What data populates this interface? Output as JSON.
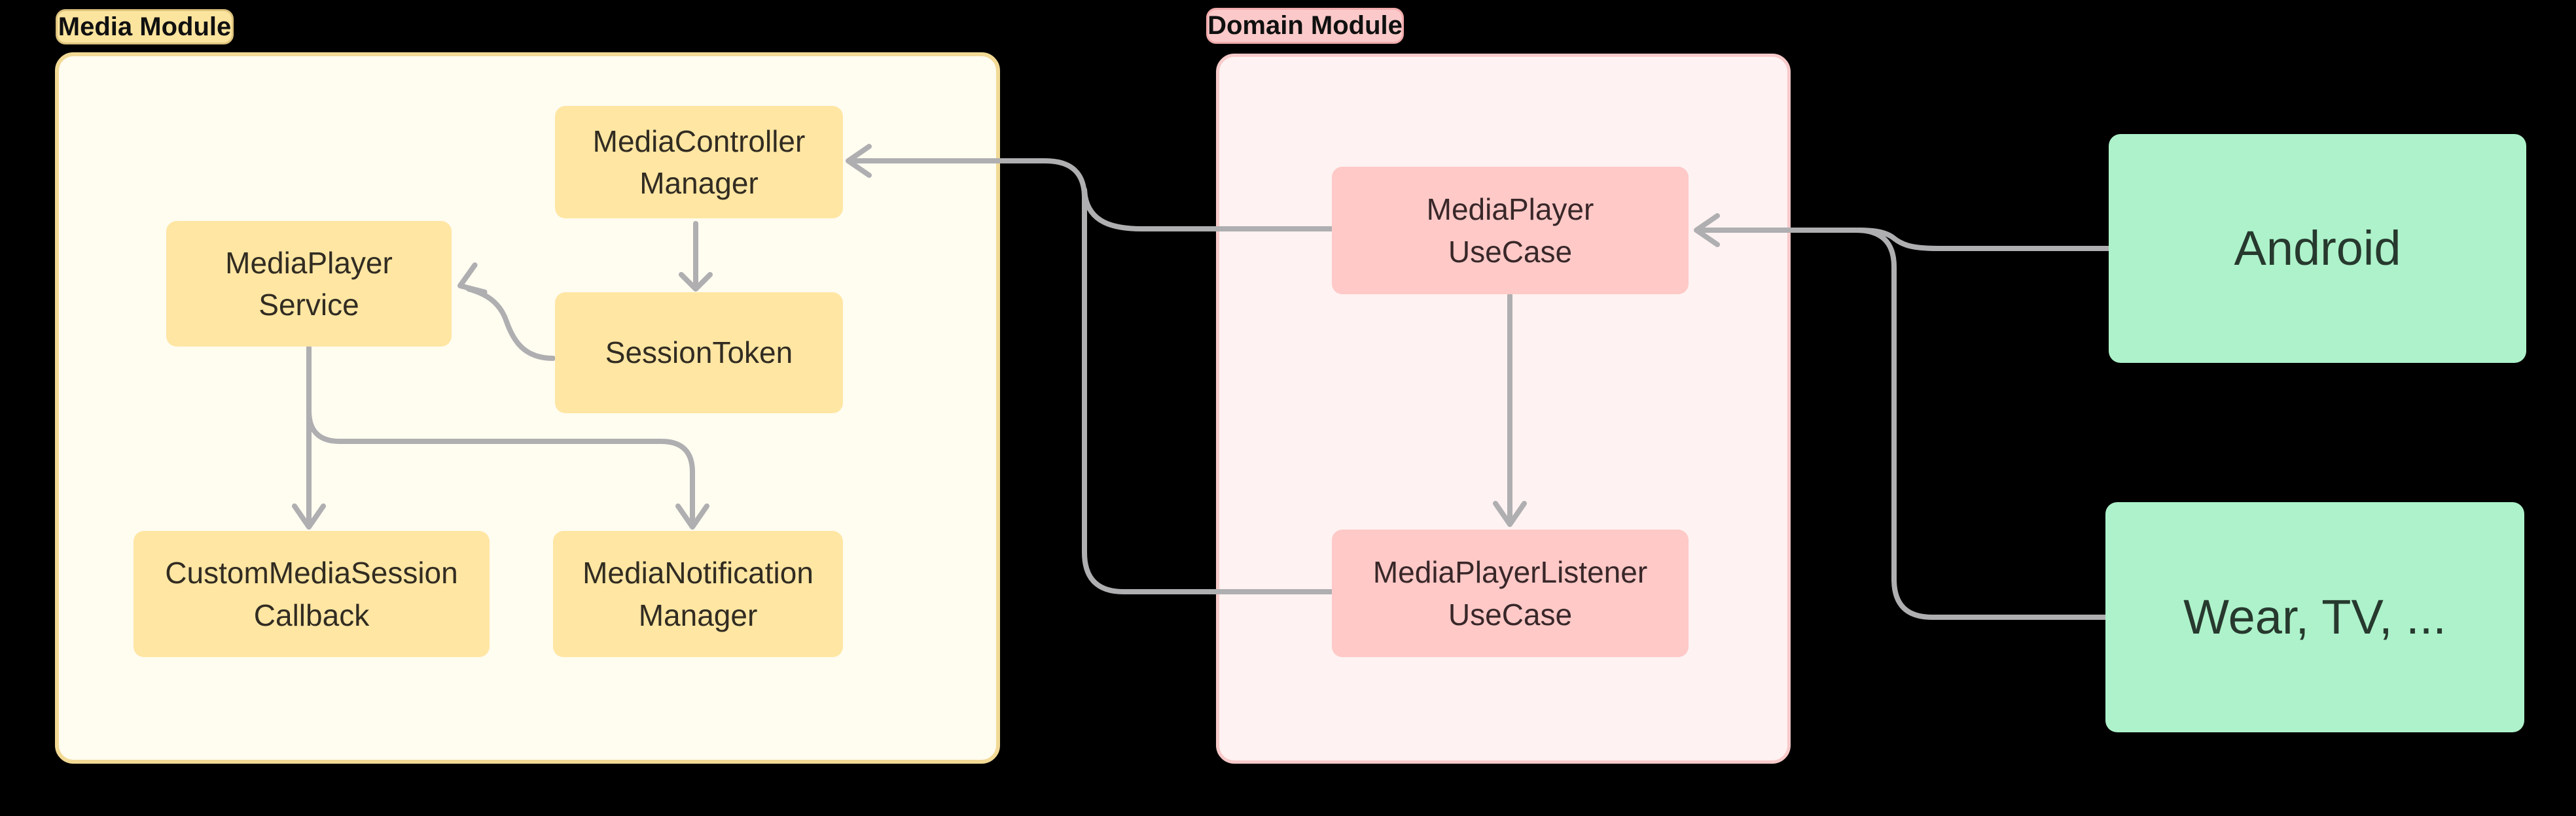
{
  "diagram": {
    "type": "module-architecture-flowchart",
    "background": "#000000",
    "modules": [
      {
        "id": "media",
        "badge_label": "Media Module",
        "container_fill": "#FFFCF0",
        "container_border": "#F2DA96",
        "badge_fill": "#FBE49E",
        "badge_border": "#DEC37E"
      },
      {
        "id": "domain",
        "badge_label": "Domain Module",
        "container_fill": "#FEF2F2",
        "container_border": "#F8CACA",
        "badge_fill": "#FBC9C9",
        "badge_border": "#F2ABAB"
      }
    ],
    "nodes": {
      "media_controller_manager": {
        "label": "MediaController\nManager",
        "module": "media",
        "fill": "#FFE6A3"
      },
      "media_player_service": {
        "label": "MediaPlayer\nService",
        "module": "media",
        "fill": "#FFE6A3"
      },
      "session_token": {
        "label": "SessionToken",
        "module": "media",
        "fill": "#FFE6A3"
      },
      "custom_media_session_callback": {
        "label": "CustomMediaSession\nCallback",
        "module": "media",
        "fill": "#FFE6A3"
      },
      "media_notification_manager": {
        "label": "MediaNotification\nManager",
        "module": "media",
        "fill": "#FFE6A3"
      },
      "media_player_use_case": {
        "label": "MediaPlayer\nUseCase",
        "module": "domain",
        "fill": "#FEC9C7"
      },
      "media_player_listener_use_case": {
        "label": "MediaPlayerListener\nUseCase",
        "module": "domain",
        "fill": "#FEC9C7"
      },
      "android": {
        "label": "Android",
        "module": null,
        "fill": "#ADF2CA"
      },
      "wear_tv": {
        "label": "Wear, TV, ...",
        "module": null,
        "fill": "#ADF2CA"
      }
    },
    "edges": [
      {
        "from": "media_controller_manager",
        "to": "session_token",
        "arrow": true
      },
      {
        "from": "session_token",
        "to": "media_player_service",
        "arrow": true
      },
      {
        "from": "media_player_service",
        "to": "custom_media_session_callback",
        "arrow": true
      },
      {
        "from": "media_player_service",
        "to": "media_notification_manager",
        "arrow": true
      },
      {
        "from": "media_player_use_case",
        "to": "media_controller_manager",
        "arrow": true
      },
      {
        "from": "media_player_listener_use_case",
        "to": "media_controller_manager",
        "arrow": true
      },
      {
        "from": "media_player_use_case",
        "to": "media_player_listener_use_case",
        "arrow": true
      },
      {
        "from": "android",
        "to": "media_player_use_case",
        "arrow": true
      },
      {
        "from": "wear_tv",
        "to": "media_player_use_case",
        "arrow": true
      }
    ],
    "edge_color": "#AFAEB0",
    "text_color_dark": "#312C22"
  }
}
